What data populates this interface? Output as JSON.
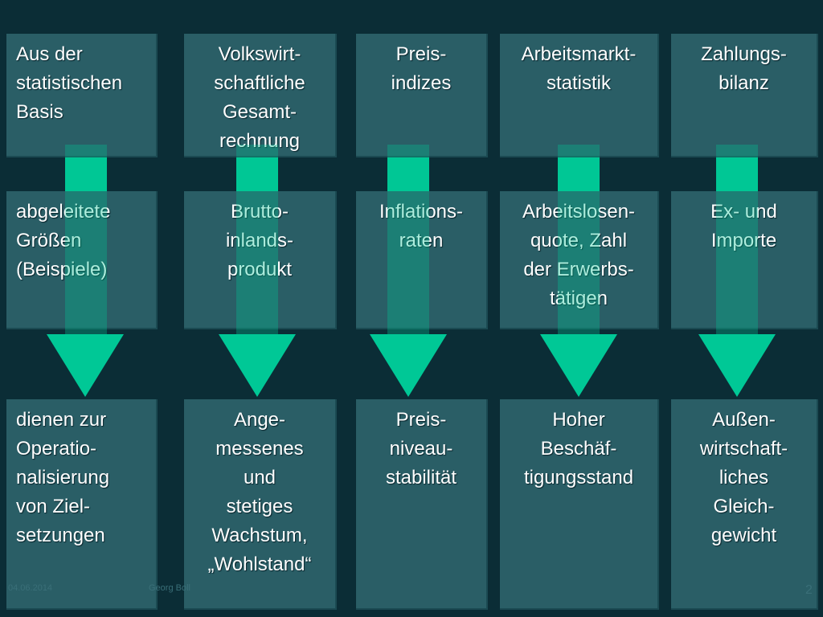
{
  "colors": {
    "background": "#0b2d36",
    "box": "#2a5e66",
    "arrow": "#00c896"
  },
  "columns": [
    {
      "top": "Aus der\nstatistischen\nBasis",
      "middle": "abgeleitete\nGrößen\n(Beispiele)",
      "bottom": "dienen zur\nOperatio-\nnalisierung\nvon Ziel-\nsetzungen"
    },
    {
      "top": "Volkswirt-\nschaftliche\nGesamt-\nrechnung",
      "middle": "Brutto-\ninlands-\nprodukt",
      "bottom": "Ange-\nmessenes\nund\nstetiges\nWachstum,\n„Wohlstand“"
    },
    {
      "top": "Preis-\nindizes",
      "middle": "Inflations-\nraten",
      "bottom": "Preis-\nniveau-\nstabilität"
    },
    {
      "top": "Arbeitsmarkt-\nstatistik",
      "middle": "Arbeitslosen-\nquote, Zahl\nder Erwerbs-\ntätigen",
      "bottom": "Hoher\nBeschäf-\ntigungsstand"
    },
    {
      "top": "Zahlungs-\nbilanz",
      "middle": "Ex- und\nImporte",
      "bottom": "Außen-\nwirtschaft-\nliches\nGleich-\ngewicht"
    }
  ],
  "footer": {
    "date": "04.06.2014",
    "author": "Georg Boll",
    "page": "2"
  }
}
